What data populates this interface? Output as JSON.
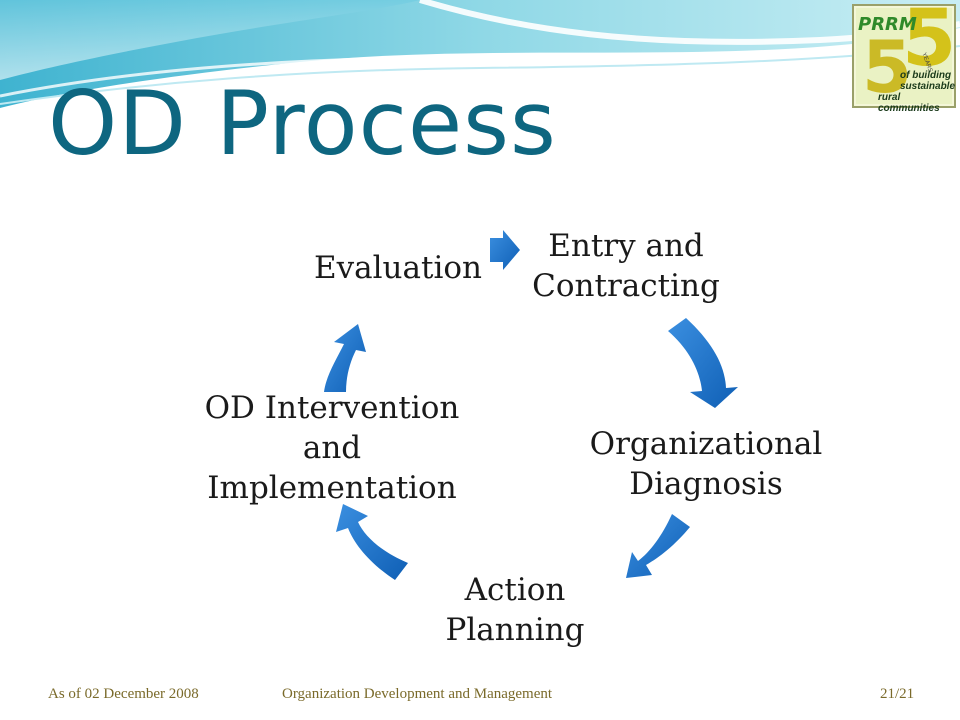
{
  "slide": {
    "title": "OD Process"
  },
  "diagram": {
    "type": "cycle",
    "nodes": [
      {
        "id": "entry",
        "label": "Entry and\nContracting"
      },
      {
        "id": "diagnosis",
        "label": "Organizational\nDiagnosis"
      },
      {
        "id": "planning",
        "label": "Action\nPlanning"
      },
      {
        "id": "intervention",
        "label": "OD Intervention\nand\nImplementation"
      },
      {
        "id": "evaluation",
        "label": "Evaluation"
      }
    ],
    "edges": [
      {
        "from": "entry",
        "to": "diagnosis"
      },
      {
        "from": "diagnosis",
        "to": "planning"
      },
      {
        "from": "planning",
        "to": "intervention"
      },
      {
        "from": "intervention",
        "to": "evaluation"
      },
      {
        "from": "evaluation",
        "to": "entry"
      }
    ],
    "arrow_color": "#1570c9"
  },
  "logo": {
    "letters": "PRRM",
    "number": "5",
    "years": "YEARS",
    "line1": "of building",
    "line2": "sustainable",
    "line3": "rural communities"
  },
  "footer": {
    "date": "As of 02 December 2008",
    "center": "Organization Development and Management",
    "page": "21/21"
  },
  "colors": {
    "title": "#0e6680",
    "accent": "#5fc2d9"
  }
}
